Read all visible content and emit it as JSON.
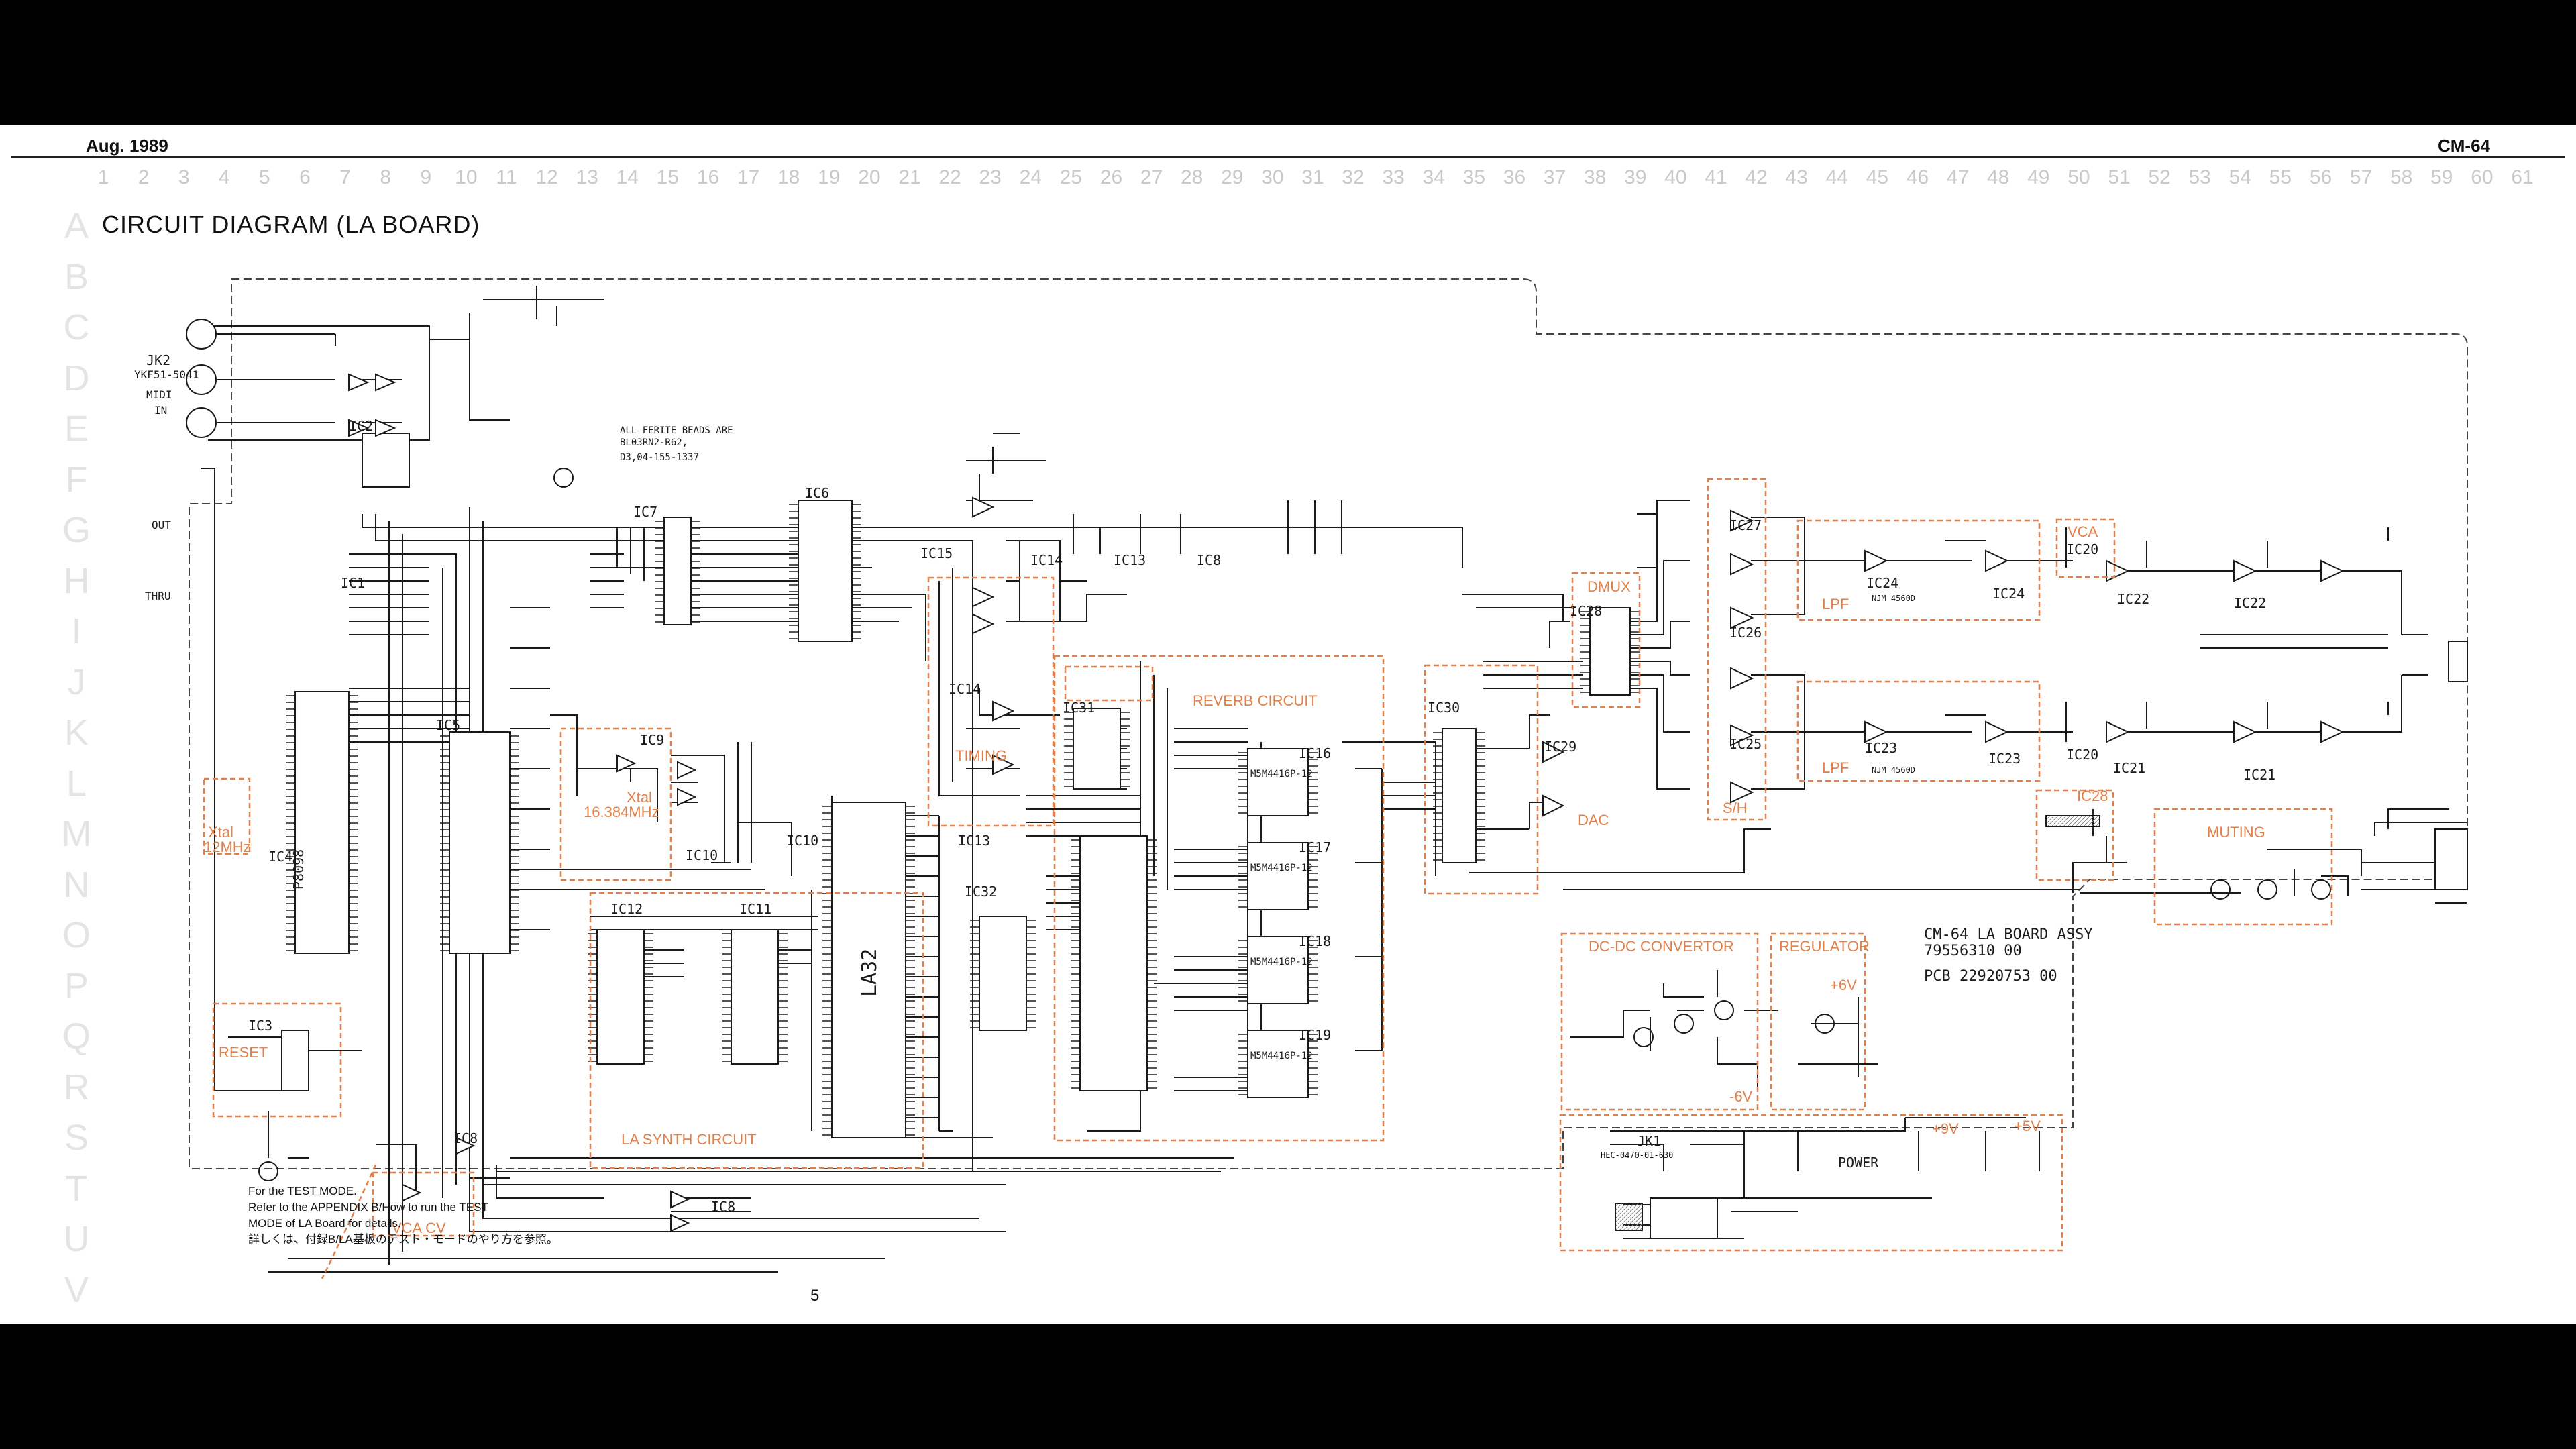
{
  "header": {
    "date": "Aug. 1989",
    "model": "CM-64"
  },
  "column_numbers": [
    "1",
    "2",
    "3",
    "4",
    "5",
    "6",
    "7",
    "8",
    "9",
    "10",
    "11",
    "12",
    "13",
    "14",
    "15",
    "16",
    "17",
    "18",
    "19",
    "20",
    "21",
    "22",
    "23",
    "24",
    "25",
    "26",
    "27",
    "28",
    "29",
    "30",
    "31",
    "32",
    "33",
    "34",
    "35",
    "36",
    "37",
    "38",
    "39",
    "40",
    "41",
    "42",
    "43",
    "44",
    "45",
    "46",
    "47",
    "48",
    "49",
    "50",
    "51",
    "52",
    "53",
    "54",
    "55",
    "56",
    "57",
    "58",
    "59",
    "60",
    "61"
  ],
  "row_letters": [
    "A",
    "B",
    "C",
    "D",
    "E",
    "F",
    "G",
    "H",
    "I",
    "J",
    "K",
    "L",
    "M",
    "N",
    "O",
    "P",
    "Q",
    "R",
    "S",
    "T",
    "U",
    "V"
  ],
  "title": "CIRCUIT DIAGRAM (LA BOARD)",
  "jacks": {
    "jk2": "JK2",
    "jk2_part": "YKF51-5041",
    "midi_label": "MIDI",
    "in": "IN",
    "out": "OUT",
    "thru": "THRU",
    "jk1": "JK1",
    "jk1_part": "HEC-0470-01-630"
  },
  "ferrite_note": [
    "ALL FERITE BEADS ARE",
    "BL03RN2-R62,",
    "D3,04-155-1337"
  ],
  "blocks": {
    "dmux": "DMUX",
    "lpf": "LPF",
    "vca": "VCA",
    "sh": "S/H",
    "dac": "DAC",
    "timing": "TIMING",
    "reverb": "REVERB CIRCUIT",
    "la_synth": "LA SYNTH CIRCUIT",
    "muting": "MUTING",
    "dcdc": "DC-DC CONVERTOR",
    "regulator": "REGULATOR",
    "reset": "RESET",
    "vca_cv": "VCA CV",
    "xtal_left": "Xtal",
    "xtal_left_freq": "12MHz",
    "xtal_mid": "Xtal",
    "xtal_mid_freq": "16.384MHz",
    "power": "POWER",
    "plus6v": "+6V",
    "minus6v": "-6V",
    "plus9v": "+9V",
    "plus5v": "+5V"
  },
  "ics": {
    "ic1": "IC1",
    "ic2": "IC2",
    "ic3": "IC3",
    "ic4": "IC4",
    "ic5": "IC5",
    "ic6": "IC6",
    "ic7": "IC7",
    "ic8": "IC8",
    "ic9": "IC9",
    "ic10": "IC10",
    "ic11": "IC11",
    "ic12": "IC12",
    "ic13": "IC13",
    "ic14": "IC14",
    "ic15": "IC15",
    "ic16": "IC16",
    "ic17": "IC17",
    "ic18": "IC18",
    "ic19": "IC19",
    "ic20": "IC20",
    "ic21": "IC21",
    "ic22": "IC22",
    "ic23": "IC23",
    "ic24": "IC24",
    "ic25": "IC25",
    "ic26": "IC26",
    "ic27": "IC27",
    "ic28": "IC28",
    "ic29": "IC29",
    "ic30": "IC30",
    "ic31": "IC31",
    "ic32": "IC32",
    "la32": "LA32",
    "p8098": "P8098",
    "m5m": "M5M4416P-12",
    "njm4560": "NJM 4560D"
  },
  "assy": {
    "name": "CM-64 LA BOARD ASSY",
    "number": "79556310 00",
    "pcb": "PCB 22920753 00"
  },
  "note": [
    "For the TEST MODE.",
    "Refer to the APPENDIX B/How to run the TEST",
    "MODE of LA Board for details.",
    "詳しくは、付録B/LA基板のテスト・モードのやり方を参照。"
  ],
  "page_number": "5",
  "colors": {
    "orange": "#e2804a",
    "ink": "#1a1a1a",
    "sheet": "#ffffff",
    "background": "#000000"
  }
}
